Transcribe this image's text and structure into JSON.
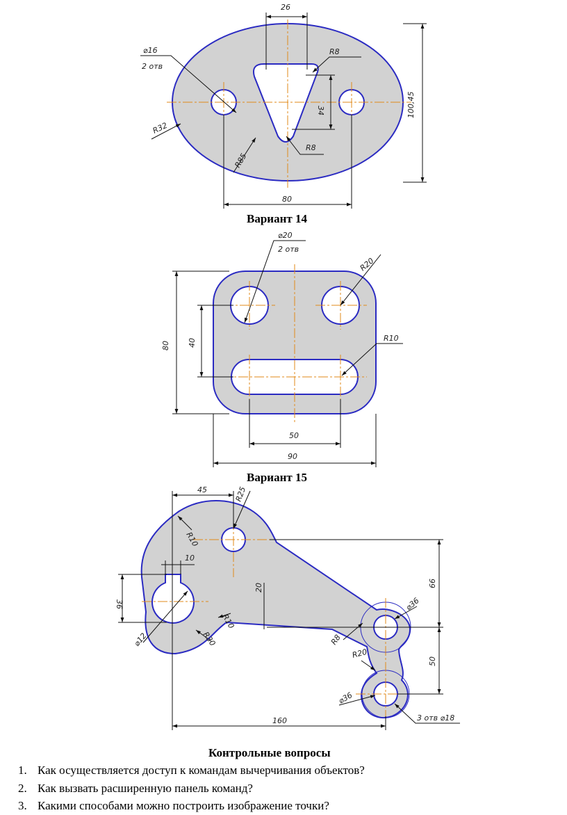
{
  "variant14": {
    "caption": "Вариант 14",
    "dims": {
      "d26": "26",
      "phi16": "⌀16",
      "holes2": "2 отв",
      "r8_top": "R8",
      "r32": "R32",
      "d34": "34",
      "d100": "100,45",
      "r85": "R85",
      "r8_bottom": "R8",
      "d80": "80"
    }
  },
  "variant15": {
    "caption": "Вариант 15",
    "dims": {
      "phi20": "⌀20",
      "holes2": "2 отв",
      "r20": "R20",
      "d80": "80",
      "d40": "40",
      "r10": "R10",
      "d50": "50",
      "d90": "90"
    }
  },
  "variant16": {
    "dims": {
      "d45": "45",
      "r25": "R25",
      "r10": "R10",
      "d10": "10",
      "d36": "36",
      "d20": "20",
      "d66": "66",
      "r10b": "R10",
      "phi36a": "⌀36",
      "phi12": "⌀12",
      "r30": "R30",
      "r8": "R8",
      "r20": "R20",
      "d50": "50",
      "phi36b": "⌀36",
      "holes3": "3 отв ⌀18",
      "d160": "160"
    }
  },
  "questions": {
    "title": "Контрольные вопросы",
    "items": [
      {
        "num": "1.",
        "text": "Как осуществляется доступ к командам вычерчивания объектов?"
      },
      {
        "num": "2.",
        "text": "Как вызвать расширенную панель команд?"
      },
      {
        "num": "3.",
        "text": "Какими способами можно построить изображение точки?"
      }
    ]
  }
}
